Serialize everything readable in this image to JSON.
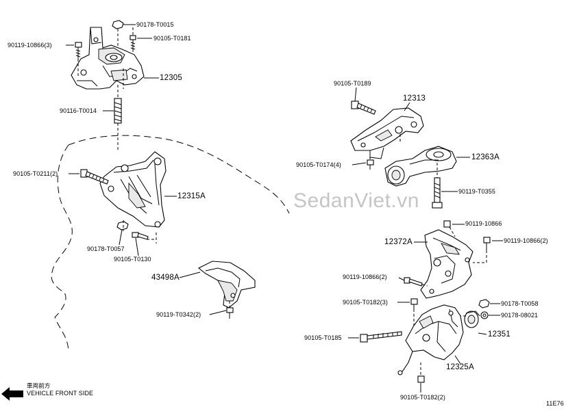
{
  "labels": {
    "p90178_t0015": "90178-T0015",
    "p90105_t0181": "90105-T0181",
    "p90119_10866_3": "90119-10866(3)",
    "p12305": "12305",
    "p90116_t0014": "90116-T0014",
    "p90105_t0211_2": "90105-T0211(2)",
    "p12315a": "12315A",
    "p90178_t0057": "90178-T0057",
    "p90105_t0130": "90105-T0130",
    "p43498a": "43498A",
    "p90119_t0342_2": "90119-T0342(2)",
    "p90105_t0189": "90105-T0189",
    "p12313": "12313",
    "p90105_t0174_4": "90105-T0174(4)",
    "p12363a": "12363A",
    "p90119_t0355": "90119-T0355",
    "p90119_10866": "90119-10866",
    "p12372a": "12372A",
    "p90119_10866_2_right": "90119-10866(2)",
    "p90119_10866_2_left": "90119-10866(2)",
    "p90105_t0182_3": "90105-T0182(3)",
    "p90178_t0058": "90178-T0058",
    "p90178_08021": "90178-08021",
    "p12351": "12351",
    "p90105_t0185": "90105-T0185",
    "p12325a": "12325A",
    "p90105_t0182_2": "90105-T0182(2)"
  },
  "direction": {
    "cn": "車両前方",
    "en": "VEHICLE FRONT SIDE",
    "icon": "front-arrow-icon"
  },
  "ref_code": "11E76",
  "watermark": "SedanViet.vn"
}
